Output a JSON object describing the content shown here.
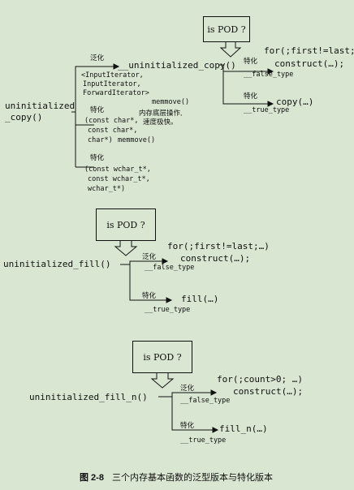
{
  "pod_question": "is POD ?",
  "diagram1": {
    "root": "uninitialized",
    "root2": "_copy()",
    "generalize": "泛化",
    "uninit_copy": "__uninitialized_copy()",
    "iter_params": [
      "<InputIterator,",
      "InputIterator,",
      "ForwardIterator>"
    ],
    "memmove1": "memmove()",
    "spec1": "特化",
    "note": [
      "内存底层操作,",
      "速度极快。"
    ],
    "char_params": [
      "(const char*,",
      "const char*,",
      "char*)"
    ],
    "memmove2": "memmove()",
    "spec2": "特化",
    "wchar_params": [
      "(const wchar_t*,",
      "const wchar_t*,",
      "wchar_t*)"
    ],
    "spec_false": "特化",
    "loop": "for(;first!=last;…)",
    "construct": "construct(…);",
    "false_type": "__false_type",
    "spec_true": "特化",
    "copy": "copy(…)",
    "true_type": "__true_type"
  },
  "diagram2": {
    "root": "uninitialized_fill()",
    "generalize": "泛化",
    "loop": "for(;first!=last;…)",
    "construct": "construct(…);",
    "false_type": "__false_type",
    "spec": "特化",
    "fill": "fill(…)",
    "true_type": "__true_type"
  },
  "diagram3": {
    "root": "uninitialized_fill_n()",
    "generalize": "泛化",
    "loop": "for(;count>0; …)",
    "construct": "construct(…);",
    "false_type": "__false_type",
    "spec": "特化",
    "fill_n": "fill_n(…)",
    "true_type": "__true_type"
  },
  "caption": {
    "label": "图 2-8",
    "text": "三个内存基本函数的泛型版本与特化版本"
  }
}
